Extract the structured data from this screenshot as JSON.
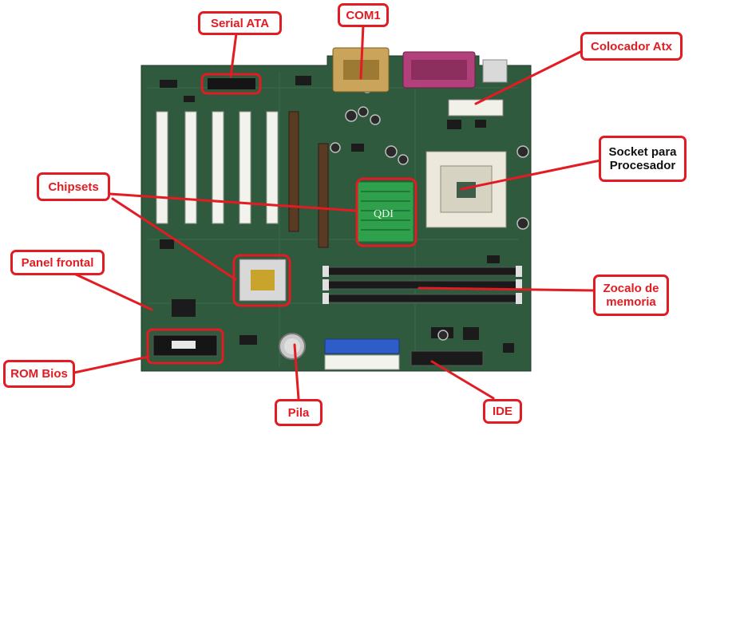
{
  "colors": {
    "accent": "#e31b23",
    "label_text_red": "#e31b23",
    "label_text_black": "#111111",
    "board": "#2f5a3e"
  },
  "labels": {
    "serial_ata": "Serial ATA",
    "com1": "COM1",
    "colocador_atx": "Colocador Atx",
    "socket_line1": "Socket para",
    "socket_line2": "Procesador",
    "chipsets": "Chipsets",
    "panel_frontal": "Panel frontal",
    "zocalo_line1": "Zocalo de",
    "zocalo_line2": "memoria",
    "rom_bios": "ROM Bios",
    "pila": "Pila",
    "ide": "IDE",
    "chip_brand": "QDI"
  },
  "icons": {
    "motherboard": "motherboard-photo-icon"
  }
}
